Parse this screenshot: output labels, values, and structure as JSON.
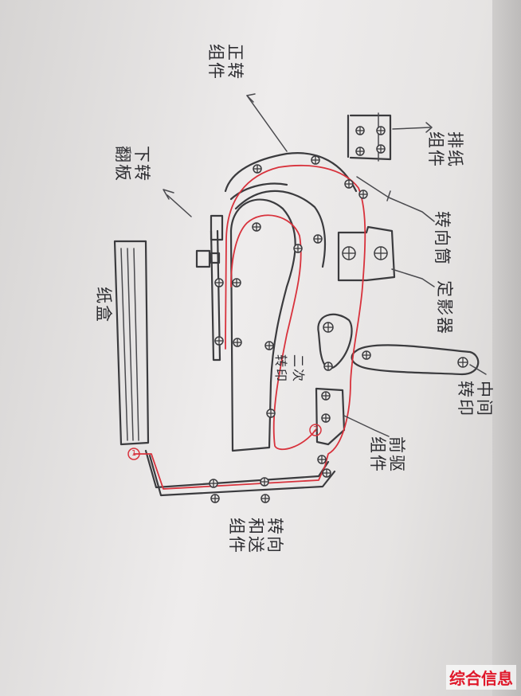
{
  "labels": {
    "zhengzhuan": "正转\n组件",
    "paizhi": "排纸\n组件",
    "zhuanxiangtong": "转向筒",
    "dingying": "定影器",
    "zhongjian": "中间\n转印",
    "qianqu": "前驱\n组件",
    "huaxiang": "转向\n和送\n组件",
    "zhihe": "纸盒",
    "xiazhuan": "下转\n翻板",
    "erci": "二次\n转印",
    "num1": "1",
    "num2": "2"
  },
  "watermark": "综合信息",
  "colors": {
    "ink": "#3b3b3e",
    "paper_path": "#d8323c",
    "watermark": "#e0182a"
  }
}
